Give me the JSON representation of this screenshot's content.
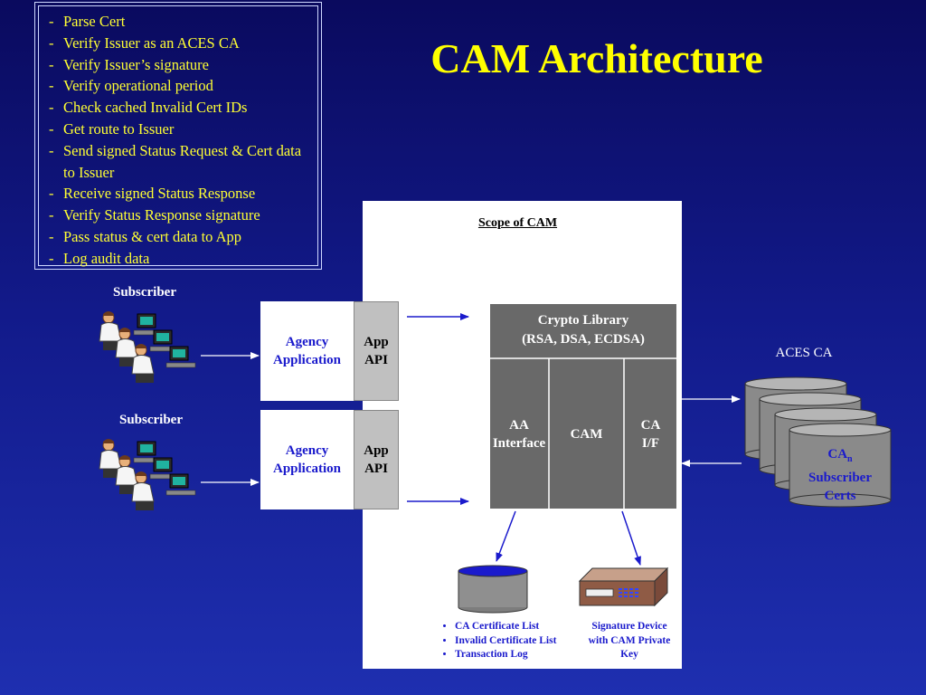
{
  "title": "CAM Architecture",
  "steps": [
    "Parse Cert",
    "Verify Issuer as an ACES CA",
    "Verify Issuer’s signature",
    "Verify operational period",
    "Check cached Invalid Cert IDs",
    "Get route to Issuer",
    "Send signed Status Request & Cert data to Issuer",
    "Receive signed Status Response",
    "Verify Status Response signature",
    "Pass status & cert data to App",
    "Log audit data"
  ],
  "scope_label": "Scope of CAM",
  "subscriber_label": "Subscriber",
  "agency_application": {
    "line1": "Agency",
    "line2": "Application"
  },
  "app_api": {
    "line1": "App",
    "line2": "API"
  },
  "crypto_library": {
    "line1": "Crypto Library",
    "line2": "(RSA, DSA, ECDSA)"
  },
  "aa_interface": {
    "line1": "AA",
    "line2": "Interface"
  },
  "cam_label": "CAM",
  "ca_if": {
    "line1": "CA",
    "line2": "I/F"
  },
  "aces_ca_label": "ACES CA",
  "ca_stack": {
    "ca": "CA",
    "subscript": "n",
    "line2": "Subscriber",
    "line3": "Certs"
  },
  "database_items": [
    "CA Certificate List",
    "Invalid Certificate List",
    "Transaction Log"
  ],
  "signature_device": {
    "line1": "Signature Device",
    "line2": "with CAM Private",
    "line3": "Key"
  },
  "colors": {
    "background_top": "#0a0a5e",
    "background_bottom": "#1e2fb0",
    "title": "#ffff00",
    "steps_text": "#ffff33",
    "label_blue": "#1a1acc",
    "cam_box": "#696969"
  }
}
